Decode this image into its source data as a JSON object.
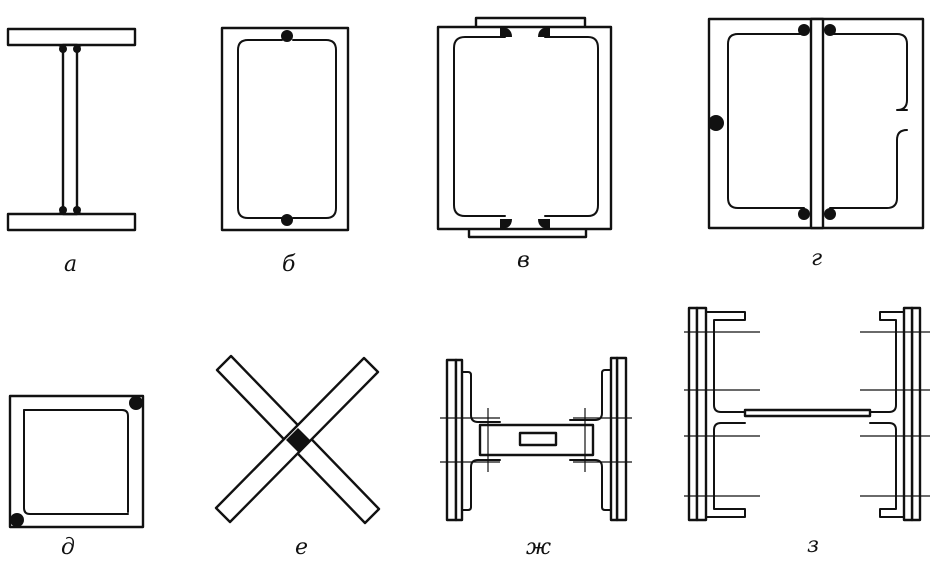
{
  "figure": {
    "labels": {
      "a": "а",
      "b": "б",
      "v": "в",
      "g": "г",
      "d": "д",
      "e": "е",
      "zh": "ж",
      "z": "з"
    },
    "colors": {
      "line": "#111111",
      "background": "#ffffff"
    }
  }
}
